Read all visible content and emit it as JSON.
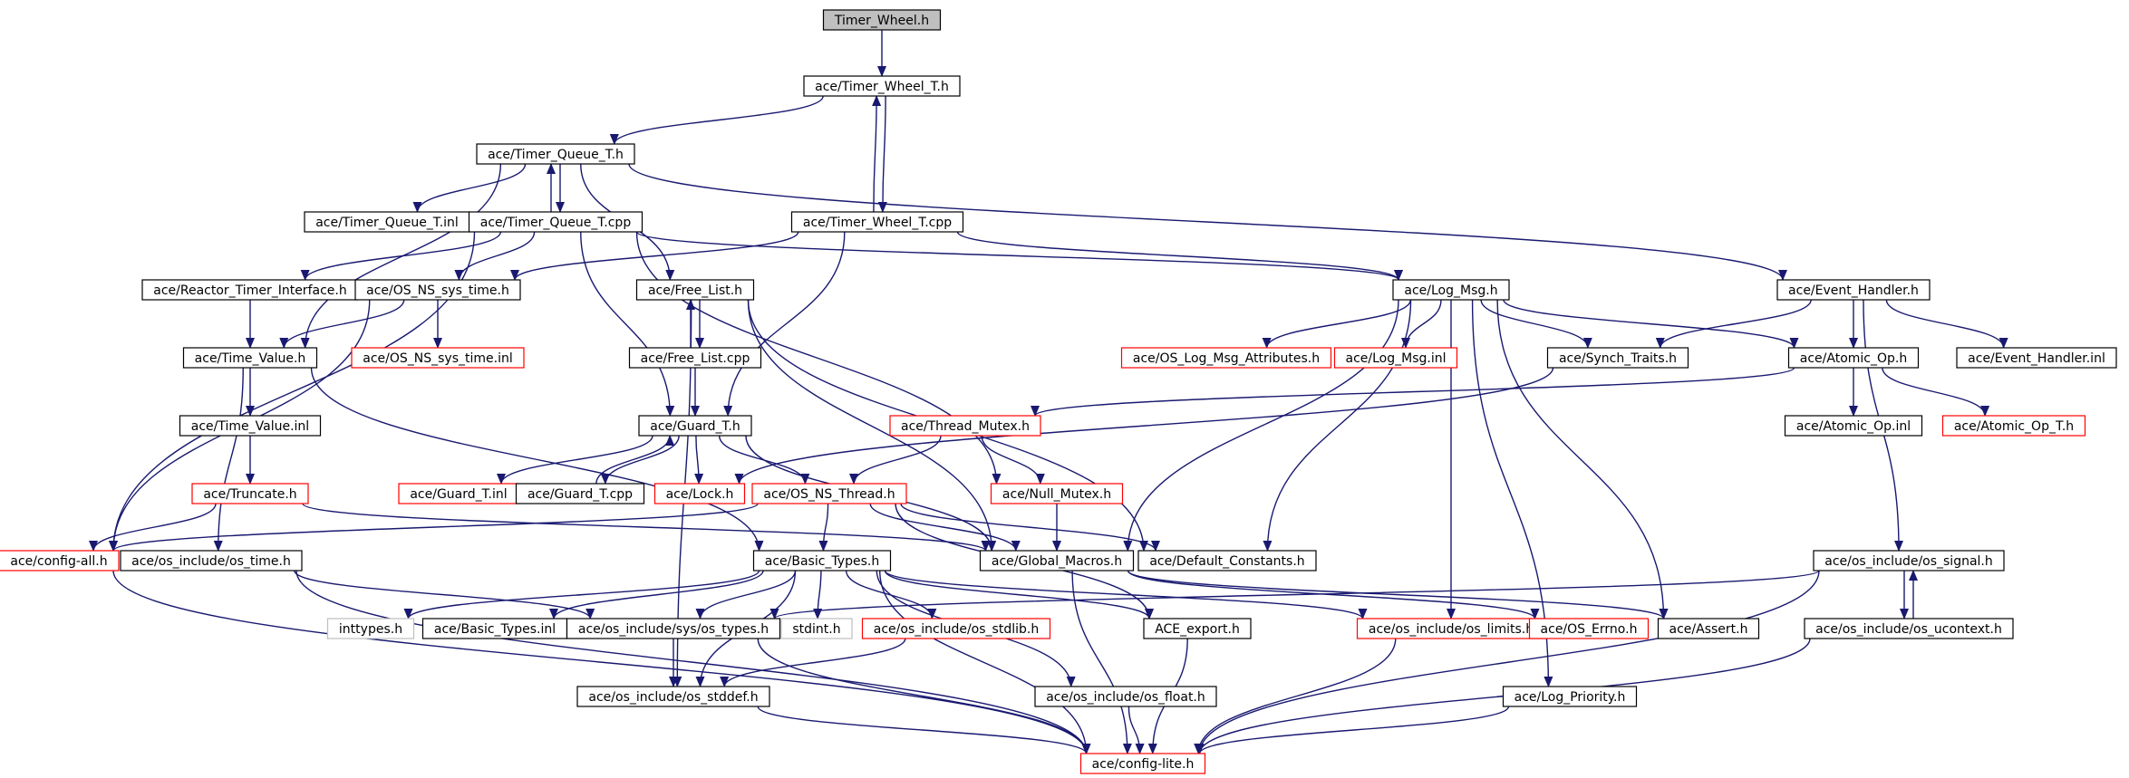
{
  "diagram": {
    "kind": "include dependency graph",
    "colors": {
      "edge": "#191970",
      "border_normal": "#000000",
      "border_incomplete": "#ff0000",
      "border_external": "#bfbfbf",
      "root_fill": "#bfbfbf",
      "node_fill": "#ffffff",
      "text": "#000000"
    },
    "nodes": [
      {
        "id": "timer_wheel_h",
        "label": "Timer_Wheel.h",
        "style": "root"
      },
      {
        "id": "timer_wheel_t_h",
        "label": "ace/Timer_Wheel_T.h",
        "style": "normal"
      },
      {
        "id": "timer_queue_t_h",
        "label": "ace/Timer_Queue_T.h",
        "style": "normal"
      },
      {
        "id": "timer_queue_t_inl",
        "label": "ace/Timer_Queue_T.inl",
        "style": "normal"
      },
      {
        "id": "timer_queue_t_cpp",
        "label": "ace/Timer_Queue_T.cpp",
        "style": "normal"
      },
      {
        "id": "timer_wheel_t_cpp",
        "label": "ace/Timer_Wheel_T.cpp",
        "style": "normal"
      },
      {
        "id": "reactor_timer_interface_h",
        "label": "ace/Reactor_Timer_Interface.h",
        "style": "normal"
      },
      {
        "id": "os_ns_sys_time_h",
        "label": "ace/OS_NS_sys_time.h",
        "style": "normal"
      },
      {
        "id": "free_list_h",
        "label": "ace/Free_List.h",
        "style": "normal"
      },
      {
        "id": "log_msg_h",
        "label": "ace/Log_Msg.h",
        "style": "normal"
      },
      {
        "id": "event_handler_h",
        "label": "ace/Event_Handler.h",
        "style": "normal"
      },
      {
        "id": "time_value_h",
        "label": "ace/Time_Value.h",
        "style": "normal"
      },
      {
        "id": "os_ns_sys_time_inl",
        "label": "ace/OS_NS_sys_time.inl",
        "style": "incomplete"
      },
      {
        "id": "free_list_cpp",
        "label": "ace/Free_List.cpp",
        "style": "normal"
      },
      {
        "id": "os_log_msg_attributes_h",
        "label": "ace/OS_Log_Msg_Attributes.h",
        "style": "incomplete"
      },
      {
        "id": "log_msg_inl",
        "label": "ace/Log_Msg.inl",
        "style": "incomplete"
      },
      {
        "id": "synch_traits_h",
        "label": "ace/Synch_Traits.h",
        "style": "normal"
      },
      {
        "id": "atomic_op_h",
        "label": "ace/Atomic_Op.h",
        "style": "normal"
      },
      {
        "id": "event_handler_inl",
        "label": "ace/Event_Handler.inl",
        "style": "normal"
      },
      {
        "id": "time_value_inl",
        "label": "ace/Time_Value.inl",
        "style": "normal"
      },
      {
        "id": "guard_t_h",
        "label": "ace/Guard_T.h",
        "style": "normal"
      },
      {
        "id": "thread_mutex_h",
        "label": "ace/Thread_Mutex.h",
        "style": "incomplete"
      },
      {
        "id": "atomic_op_inl",
        "label": "ace/Atomic_Op.inl",
        "style": "normal"
      },
      {
        "id": "atomic_op_t_h",
        "label": "ace/Atomic_Op_T.h",
        "style": "incomplete"
      },
      {
        "id": "truncate_h",
        "label": "ace/Truncate.h",
        "style": "incomplete"
      },
      {
        "id": "guard_t_inl",
        "label": "ace/Guard_T.inl",
        "style": "incomplete"
      },
      {
        "id": "guard_t_cpp",
        "label": "ace/Guard_T.cpp",
        "style": "normal"
      },
      {
        "id": "lock_h",
        "label": "ace/Lock.h",
        "style": "incomplete"
      },
      {
        "id": "os_ns_thread_h",
        "label": "ace/OS_NS_Thread.h",
        "style": "incomplete"
      },
      {
        "id": "null_mutex_h",
        "label": "ace/Null_Mutex.h",
        "style": "incomplete"
      },
      {
        "id": "config_all_h",
        "label": "ace/config-all.h",
        "style": "incomplete"
      },
      {
        "id": "os_time_h",
        "label": "ace/os_include/os_time.h",
        "style": "normal"
      },
      {
        "id": "basic_types_h",
        "label": "ace/Basic_Types.h",
        "style": "normal"
      },
      {
        "id": "global_macros_h",
        "label": "ace/Global_Macros.h",
        "style": "normal"
      },
      {
        "id": "default_constants_h",
        "label": "ace/Default_Constants.h",
        "style": "normal"
      },
      {
        "id": "os_signal_h",
        "label": "ace/os_include/os_signal.h",
        "style": "normal"
      },
      {
        "id": "inttypes_h",
        "label": "inttypes.h",
        "style": "external"
      },
      {
        "id": "basic_types_inl",
        "label": "ace/Basic_Types.inl",
        "style": "normal"
      },
      {
        "id": "os_types_h",
        "label": "ace/os_include/sys/os_types.h",
        "style": "normal"
      },
      {
        "id": "stdint_h",
        "label": "stdint.h",
        "style": "external"
      },
      {
        "id": "os_stdlib_h",
        "label": "ace/os_include/os_stdlib.h",
        "style": "incomplete"
      },
      {
        "id": "ace_export_h",
        "label": "ACE_export.h",
        "style": "normal"
      },
      {
        "id": "os_limits_h",
        "label": "ace/os_include/os_limits.h",
        "style": "incomplete"
      },
      {
        "id": "os_errno_h",
        "label": "ace/OS_Errno.h",
        "style": "incomplete"
      },
      {
        "id": "assert_h",
        "label": "ace/Assert.h",
        "style": "normal"
      },
      {
        "id": "os_ucontext_h",
        "label": "ace/os_include/os_ucontext.h",
        "style": "normal"
      },
      {
        "id": "os_stddef_h",
        "label": "ace/os_include/os_stddef.h",
        "style": "normal"
      },
      {
        "id": "os_float_h",
        "label": "ace/os_include/os_float.h",
        "style": "normal"
      },
      {
        "id": "log_priority_h",
        "label": "ace/Log_Priority.h",
        "style": "normal"
      },
      {
        "id": "config_lite_h",
        "label": "ace/config-lite.h",
        "style": "incomplete"
      }
    ],
    "edges": [
      {
        "from": "timer_wheel_h",
        "to": "timer_wheel_t_h"
      },
      {
        "from": "timer_wheel_t_h",
        "to": "timer_queue_t_h"
      },
      {
        "from": "timer_wheel_t_h",
        "to": "timer_wheel_t_cpp"
      },
      {
        "from": "timer_wheel_t_cpp",
        "to": "timer_wheel_t_h"
      },
      {
        "from": "timer_queue_t_h",
        "to": "timer_queue_t_inl"
      },
      {
        "from": "timer_queue_t_h",
        "to": "timer_queue_t_cpp"
      },
      {
        "from": "timer_queue_t_cpp",
        "to": "timer_queue_t_h"
      },
      {
        "from": "timer_queue_t_h",
        "to": "free_list_h"
      },
      {
        "from": "timer_queue_t_h",
        "to": "time_value_h"
      },
      {
        "from": "timer_queue_t_h",
        "to": "event_handler_h"
      },
      {
        "from": "timer_queue_t_cpp",
        "to": "reactor_timer_interface_h"
      },
      {
        "from": "timer_queue_t_cpp",
        "to": "os_ns_sys_time_h"
      },
      {
        "from": "timer_queue_t_cpp",
        "to": "log_msg_h"
      },
      {
        "from": "timer_queue_t_cpp",
        "to": "guard_t_h"
      },
      {
        "from": "timer_queue_t_cpp",
        "to": "null_mutex_h"
      },
      {
        "from": "timer_queue_t_cpp",
        "to": "config_all_h"
      },
      {
        "from": "timer_wheel_t_cpp",
        "to": "os_ns_sys_time_h"
      },
      {
        "from": "timer_wheel_t_cpp",
        "to": "log_msg_h"
      },
      {
        "from": "timer_wheel_t_cpp",
        "to": "guard_t_h"
      },
      {
        "from": "reactor_timer_interface_h",
        "to": "time_value_h"
      },
      {
        "from": "os_ns_sys_time_h",
        "to": "time_value_h"
      },
      {
        "from": "os_ns_sys_time_h",
        "to": "os_ns_sys_time_inl"
      },
      {
        "from": "os_ns_sys_time_h",
        "to": "config_all_h"
      },
      {
        "from": "free_list_h",
        "to": "free_list_cpp"
      },
      {
        "from": "free_list_cpp",
        "to": "free_list_h"
      },
      {
        "from": "free_list_h",
        "to": "global_macros_h"
      },
      {
        "from": "free_list_h",
        "to": "default_constants_h"
      },
      {
        "from": "free_list_h",
        "to": "os_stddef_h"
      },
      {
        "from": "free_list_cpp",
        "to": "guard_t_h"
      },
      {
        "from": "log_msg_h",
        "to": "os_log_msg_attributes_h"
      },
      {
        "from": "log_msg_h",
        "to": "log_msg_inl"
      },
      {
        "from": "log_msg_h",
        "to": "synch_traits_h"
      },
      {
        "from": "log_msg_h",
        "to": "atomic_op_h"
      },
      {
        "from": "log_msg_h",
        "to": "global_macros_h"
      },
      {
        "from": "log_msg_h",
        "to": "default_constants_h"
      },
      {
        "from": "log_msg_h",
        "to": "os_limits_h"
      },
      {
        "from": "log_msg_h",
        "to": "assert_h"
      },
      {
        "from": "log_msg_h",
        "to": "log_priority_h"
      },
      {
        "from": "event_handler_h",
        "to": "synch_traits_h"
      },
      {
        "from": "event_handler_h",
        "to": "atomic_op_h"
      },
      {
        "from": "event_handler_h",
        "to": "event_handler_inl"
      },
      {
        "from": "event_handler_h",
        "to": "os_signal_h"
      },
      {
        "from": "synch_traits_h",
        "to": "lock_h"
      },
      {
        "from": "atomic_op_h",
        "to": "thread_mutex_h"
      },
      {
        "from": "atomic_op_h",
        "to": "atomic_op_inl"
      },
      {
        "from": "atomic_op_h",
        "to": "atomic_op_t_h"
      },
      {
        "from": "time_value_h",
        "to": "time_value_inl"
      },
      {
        "from": "time_value_h",
        "to": "os_time_h"
      },
      {
        "from": "time_value_h",
        "to": "basic_types_h"
      },
      {
        "from": "time_value_inl",
        "to": "truncate_h"
      },
      {
        "from": "truncate_h",
        "to": "config_all_h"
      },
      {
        "from": "truncate_h",
        "to": "global_macros_h"
      },
      {
        "from": "guard_t_h",
        "to": "guard_t_inl"
      },
      {
        "from": "guard_t_h",
        "to": "guard_t_cpp"
      },
      {
        "from": "guard_t_cpp",
        "to": "guard_t_h"
      },
      {
        "from": "guard_t_h",
        "to": "lock_h"
      },
      {
        "from": "guard_t_h",
        "to": "os_ns_thread_h"
      },
      {
        "from": "guard_t_h",
        "to": "global_macros_h"
      },
      {
        "from": "thread_mutex_h",
        "to": "os_ns_thread_h"
      },
      {
        "from": "thread_mutex_h",
        "to": "null_mutex_h"
      },
      {
        "from": "null_mutex_h",
        "to": "global_macros_h"
      },
      {
        "from": "os_ns_thread_h",
        "to": "config_all_h"
      },
      {
        "from": "os_ns_thread_h",
        "to": "basic_types_h"
      },
      {
        "from": "os_ns_thread_h",
        "to": "global_macros_h"
      },
      {
        "from": "os_ns_thread_h",
        "to": "default_constants_h"
      },
      {
        "from": "os_ns_thread_h",
        "to": "ace_export_h"
      },
      {
        "from": "config_all_h",
        "to": "config_lite_h"
      },
      {
        "from": "os_time_h",
        "to": "os_types_h"
      },
      {
        "from": "os_time_h",
        "to": "config_lite_h"
      },
      {
        "from": "basic_types_h",
        "to": "inttypes_h"
      },
      {
        "from": "basic_types_h",
        "to": "basic_types_inl"
      },
      {
        "from": "basic_types_h",
        "to": "os_types_h"
      },
      {
        "from": "basic_types_h",
        "to": "stdint_h"
      },
      {
        "from": "basic_types_h",
        "to": "os_stdlib_h"
      },
      {
        "from": "basic_types_h",
        "to": "ace_export_h"
      },
      {
        "from": "basic_types_h",
        "to": "os_limits_h"
      },
      {
        "from": "basic_types_h",
        "to": "os_float_h"
      },
      {
        "from": "basic_types_h",
        "to": "config_lite_h"
      },
      {
        "from": "basic_types_h",
        "to": "os_stddef_h"
      },
      {
        "from": "global_macros_h",
        "to": "os_errno_h"
      },
      {
        "from": "global_macros_h",
        "to": "assert_h"
      },
      {
        "from": "global_macros_h",
        "to": "config_lite_h"
      },
      {
        "from": "os_signal_h",
        "to": "os_ucontext_h"
      },
      {
        "from": "os_ucontext_h",
        "to": "os_signal_h"
      },
      {
        "from": "os_signal_h",
        "to": "os_types_h"
      },
      {
        "from": "os_signal_h",
        "to": "config_lite_h"
      },
      {
        "from": "os_ucontext_h",
        "to": "config_lite_h"
      },
      {
        "from": "os_types_h",
        "to": "os_stddef_h"
      },
      {
        "from": "os_types_h",
        "to": "config_lite_h"
      },
      {
        "from": "os_stdlib_h",
        "to": "os_stddef_h"
      },
      {
        "from": "ace_export_h",
        "to": "config_lite_h"
      },
      {
        "from": "os_limits_h",
        "to": "config_lite_h"
      },
      {
        "from": "os_float_h",
        "to": "config_lite_h"
      },
      {
        "from": "log_priority_h",
        "to": "config_lite_h"
      },
      {
        "from": "os_stddef_h",
        "to": "config_lite_h"
      }
    ]
  }
}
